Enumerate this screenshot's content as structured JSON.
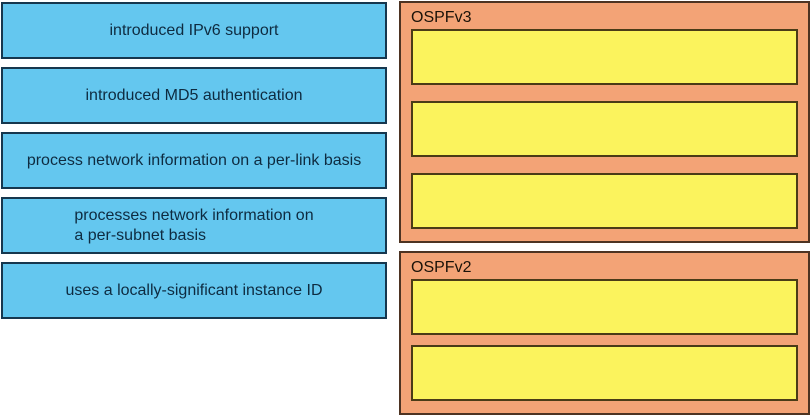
{
  "items": [
    {
      "label": "introduced IPv6 support"
    },
    {
      "label": "introduced MD5 authentication"
    },
    {
      "label": "process network information on a per-link basis"
    },
    {
      "label": "processes network information on\na per-subnet basis"
    },
    {
      "label": "uses a locally-significant instance ID"
    }
  ],
  "targets": [
    {
      "title": "OSPFv3",
      "slot_count": 3
    },
    {
      "title": "OSPFv2",
      "slot_count": 2
    }
  ],
  "colors": {
    "item_fill": "#64c7ef",
    "item_border": "#16374e",
    "item_text": "#0e2b40",
    "panel_fill": "#f3a376",
    "panel_border": "#4d3322",
    "slot_fill": "#fbf35d",
    "slot_border": "#4a3b16",
    "background": "#ffffff"
  }
}
